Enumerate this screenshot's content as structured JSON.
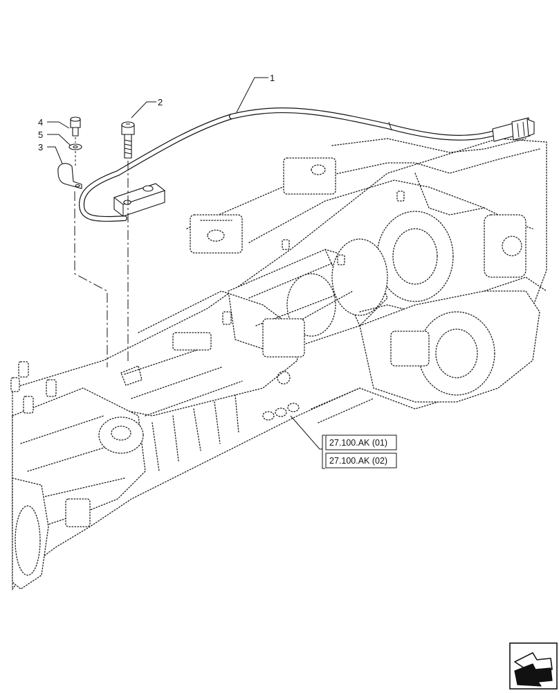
{
  "callouts": {
    "c1": "1",
    "c2": "2",
    "c3": "3",
    "c4": "4",
    "c5": "5"
  },
  "references": [
    "27.100.AK (01)",
    "27.100.AK (02)"
  ],
  "icons": {
    "nav": "next-page-arrow-icon"
  },
  "colors": {
    "line": "#111111",
    "background": "#ffffff"
  }
}
